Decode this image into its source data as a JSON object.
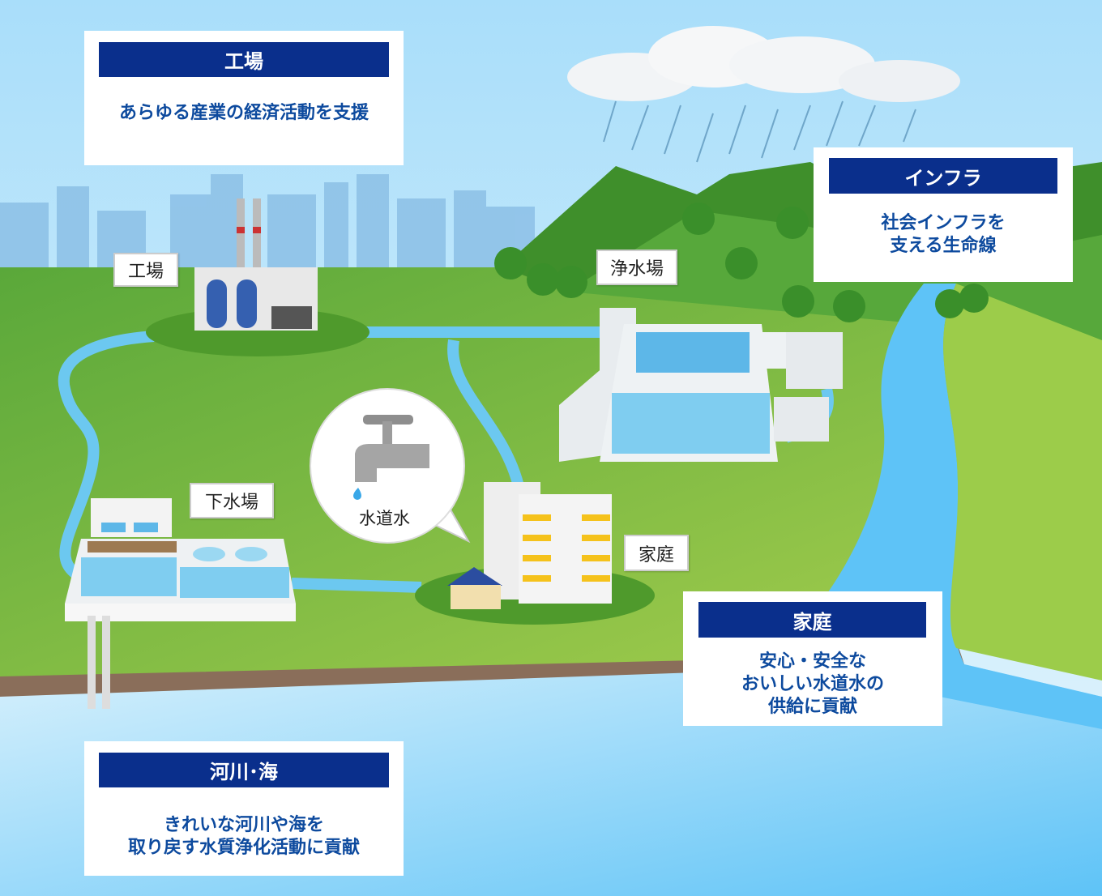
{
  "info_boxes": {
    "factory": {
      "title": "工場",
      "body": "あらゆる産業の経済活動を支援"
    },
    "infra": {
      "title": "インフラ",
      "body_lines": [
        "社会インフラを",
        "支える生命線"
      ]
    },
    "home": {
      "title": "家庭",
      "body_lines": [
        "安心・安全な",
        "おいしい水道水の",
        "供給に貢献"
      ]
    },
    "river_sea": {
      "title": "河川･海",
      "body_lines": [
        "きれいな河川や海を",
        "取り戻す水質浄化活動に貢献"
      ]
    }
  },
  "map_labels": {
    "factory": "工場",
    "purification_plant": "浄水場",
    "sewage_plant": "下水場",
    "home": "家庭",
    "tap_water": "水道水"
  },
  "colors": {
    "header": "#0a2f8c",
    "body_text": "#0d4a9e",
    "grass": "#7fbf3f",
    "water": "#6cc8f5"
  }
}
